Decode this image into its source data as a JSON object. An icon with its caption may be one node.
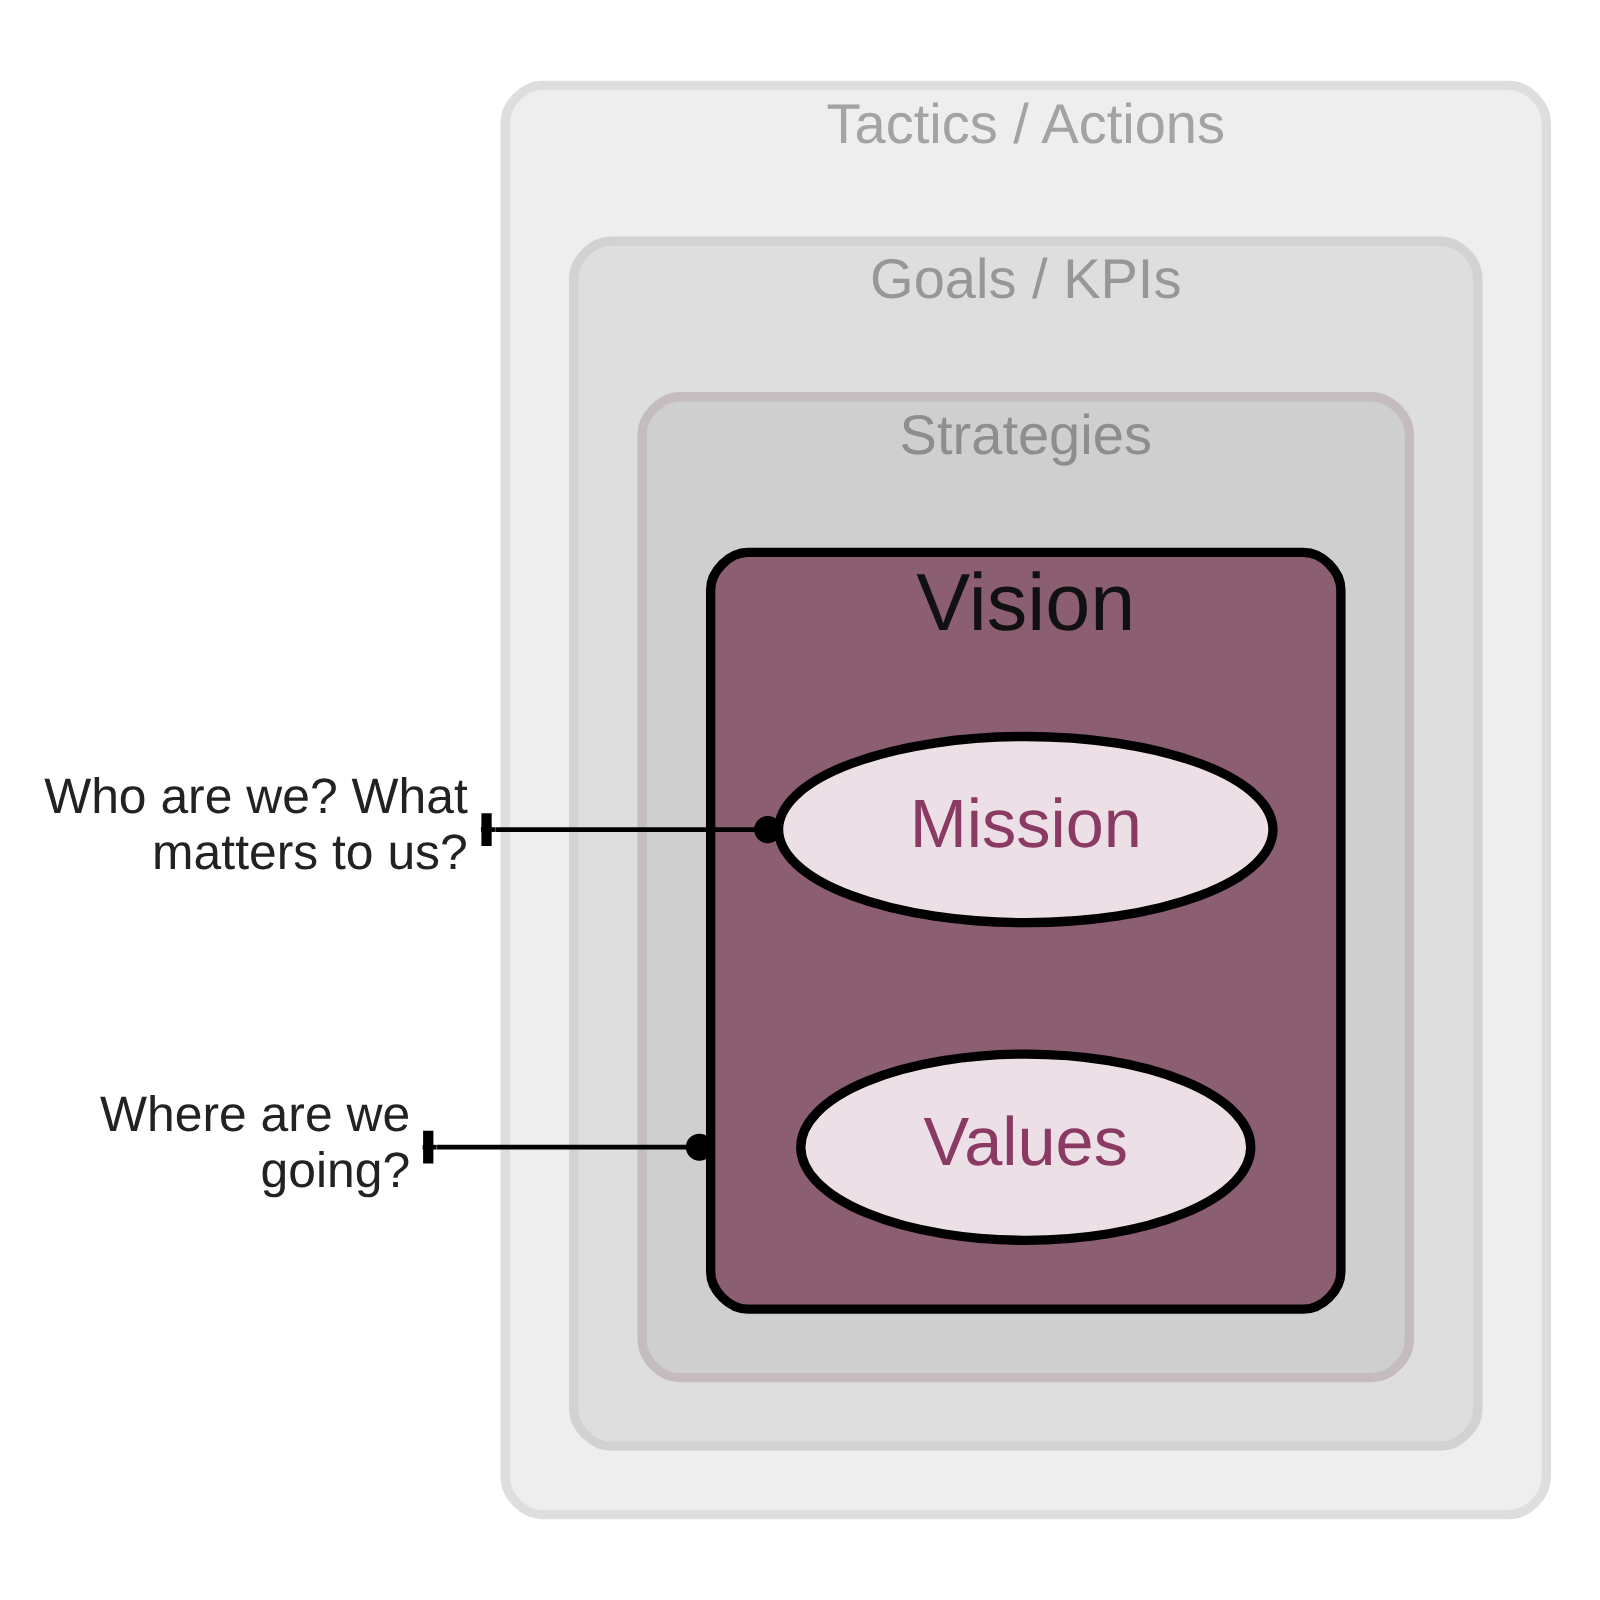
{
  "diagram": {
    "nodes": [
      {
        "text": [
          "Who are we? What matters to us?"
        ]
      },
      {
        "text": [
          "Where are we going?"
        ]
      },
      {
        "text": [
          "Tactics / Actions"
        ]
      },
      {
        "text": [
          "Goals / KPIs"
        ],
        "in": 2
      },
      {
        "text": [
          "Strategies"
        ],
        "in": 3
      },
      {
        "text": [
          "Vision"
        ],
        "in": 4
      },
      {
        "text": [
          "Mission"
        ],
        "in": 5
      },
      {
        "text": [
          "Values"
        ],
        "in": 5
      }
    ],
    "edges": [
      {
        "from": 0,
        "to": 6,
        "arrow": "other"
      },
      {
        "from": 1,
        "to": 5,
        "arrow": "other"
      }
    ]
  }
}
